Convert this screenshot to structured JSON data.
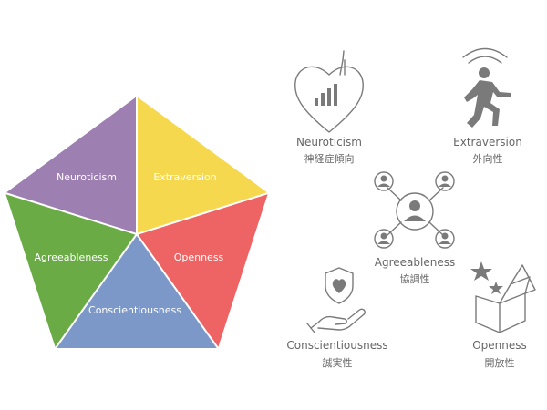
{
  "pentagon": {
    "segments": [
      {
        "label": "Neuroticism",
        "color": "#9e7fb2"
      },
      {
        "label": "Extraversion",
        "color": "#f6d84f"
      },
      {
        "label": "Openness",
        "color": "#ee6363"
      },
      {
        "label": "Conscientiousness",
        "color": "#7b98c9"
      },
      {
        "label": "Agreeableness",
        "color": "#6aab46"
      }
    ]
  },
  "traits": [
    {
      "en": "Neuroticism",
      "ja": "神経症傾向",
      "icon": "heart-chart-icon"
    },
    {
      "en": "Extraversion",
      "ja": "外向性",
      "icon": "walking-person-icon"
    },
    {
      "en": "Agreeableness",
      "ja": "協調性",
      "icon": "people-network-icon"
    },
    {
      "en": "Conscientiousness",
      "ja": "誠実性",
      "icon": "hand-shield-icon"
    },
    {
      "en": "Openness",
      "ja": "開放性",
      "icon": "open-box-stars-icon"
    }
  ]
}
